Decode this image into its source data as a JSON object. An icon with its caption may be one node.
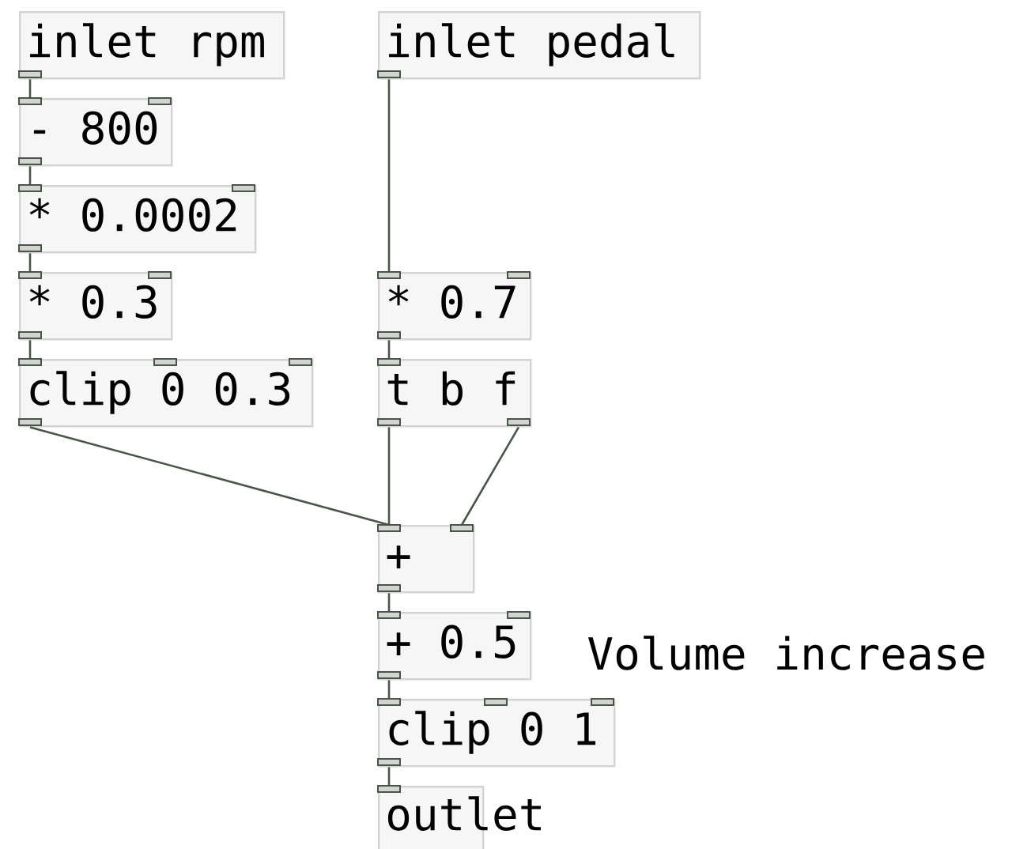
{
  "diagram": {
    "nodes": [
      {
        "text": [
          "inlet rpm"
        ]
      },
      {
        "text": [
          "- 800"
        ]
      },
      {
        "text": [
          "* 0.0002"
        ]
      },
      {
        "text": [
          "* 0.3"
        ]
      },
      {
        "text": [
          "clip 0 0.3"
        ]
      },
      {
        "text": [
          "inlet pedal"
        ]
      },
      {
        "text": [
          "* 0.7"
        ]
      },
      {
        "text": [
          "t b f"
        ]
      },
      {
        "text": [
          "+"
        ]
      },
      {
        "text": [
          "+ 0.5"
        ]
      },
      {
        "text": [
          "clip 0 1"
        ]
      },
      {
        "text": [
          "outlet"
        ]
      }
    ],
    "edges": [
      {
        "from": 0,
        "to": 1,
        "arrow": "none"
      },
      {
        "from": 1,
        "to": 2,
        "arrow": "none"
      },
      {
        "from": 2,
        "to": 3,
        "arrow": "none"
      },
      {
        "from": 3,
        "to": 4,
        "arrow": "none"
      },
      {
        "from": 4,
        "to": 8,
        "arrow": "none"
      },
      {
        "from": 5,
        "to": 6,
        "arrow": "none"
      },
      {
        "from": 6,
        "to": 7,
        "arrow": "none"
      },
      {
        "from": 7,
        "to": 8,
        "arrow": "none"
      },
      {
        "from": 7,
        "to": 8,
        "arrow": "none"
      },
      {
        "from": 8,
        "to": 9,
        "arrow": "none"
      },
      {
        "from": 9,
        "to": 10,
        "arrow": "none"
      },
      {
        "from": 10,
        "to": 11,
        "arrow": "none"
      }
    ],
    "labels": [
      "Volume increase"
    ]
  }
}
